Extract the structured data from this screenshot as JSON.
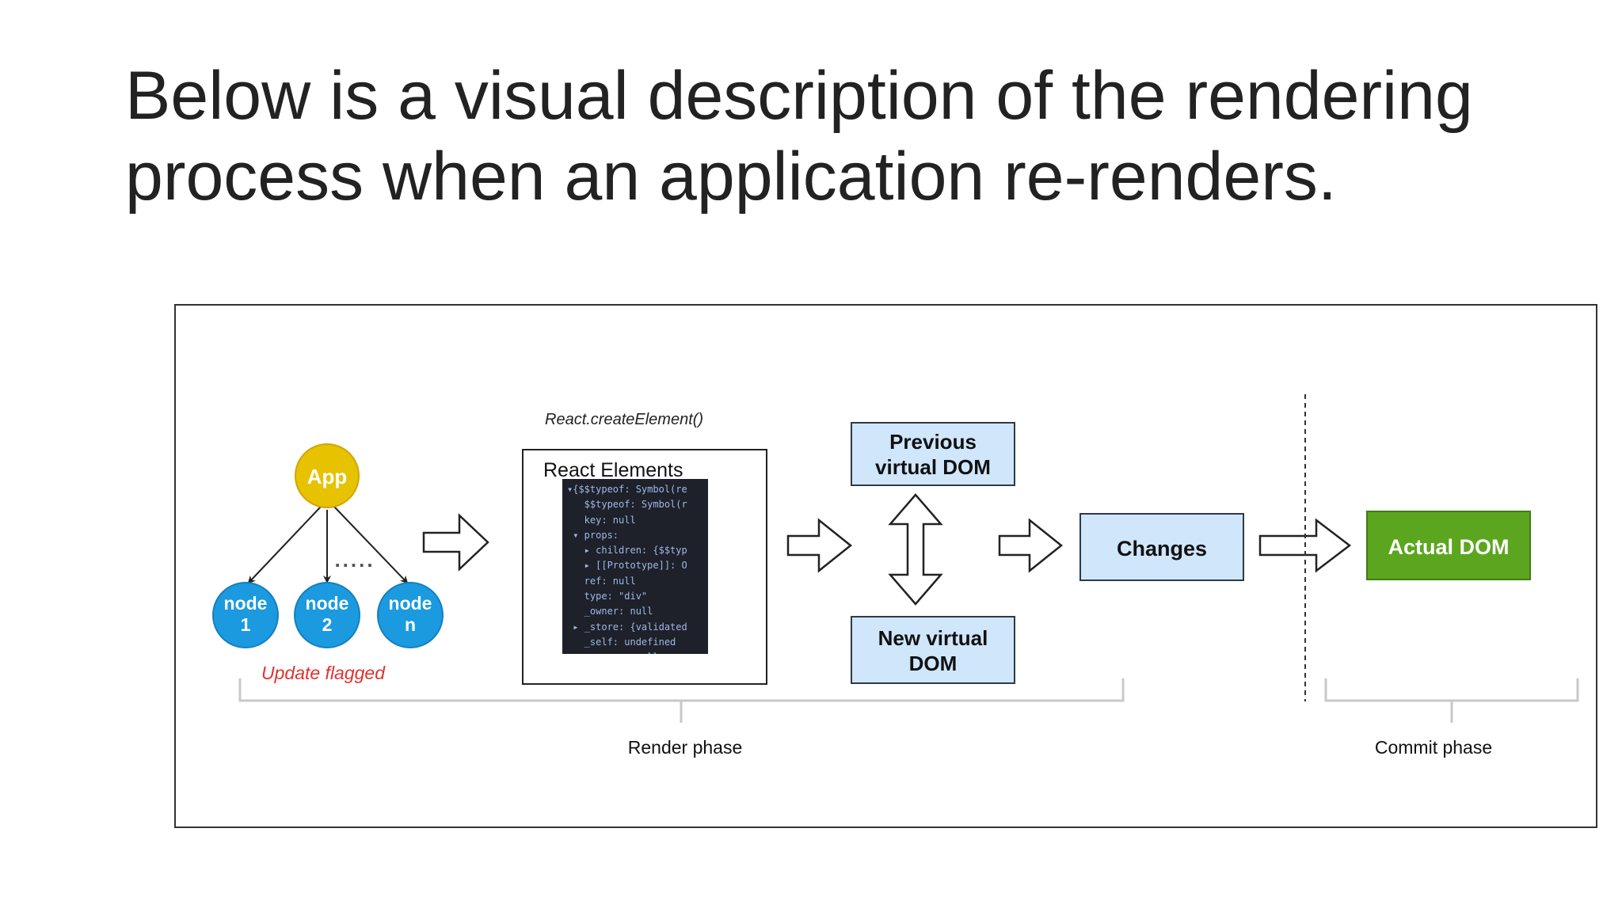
{
  "slide": {
    "title_line1": "Below is a visual description of the rendering",
    "title_line2": "process when an application re-renders."
  },
  "diagram": {
    "app_node": "App",
    "child_nodes": [
      {
        "line1": "node",
        "line2": "1"
      },
      {
        "line1": "node",
        "line2": "2"
      },
      {
        "line1": "node",
        "line2": "n"
      }
    ],
    "ellipsis": ".....",
    "update_flagged": "Update flagged",
    "create_element_label": "React.createElement()",
    "react_elements_label": "React Elements",
    "code_lines": [
      "▾{$$typeof: Symbol(re",
      "   $$typeof: Symbol(r",
      "   key: null",
      " ▾ props:",
      "   ▸ children: {$$typ",
      "   ▸ [[Prototype]]: O",
      "   ref: null",
      "   type: \"div\"",
      "   _owner: null",
      " ▸ _store: {validated",
      "   _self: undefined",
      "   _source: null"
    ],
    "previous_vdom_line1": "Previous",
    "previous_vdom_line2": "virtual DOM",
    "new_vdom_line1": "New virtual",
    "new_vdom_line2": "DOM",
    "changes": "Changes",
    "actual_dom": "Actual DOM",
    "render_phase": "Render phase",
    "commit_phase": "Commit phase"
  },
  "colors": {
    "app_node": "#e6c200",
    "child_node": "#1b9ae0",
    "vdom_box": "#cfe6fb",
    "actual_dom": "#5ca51e",
    "update_flagged": "#e03131",
    "bracket": "#c8c8c8"
  }
}
